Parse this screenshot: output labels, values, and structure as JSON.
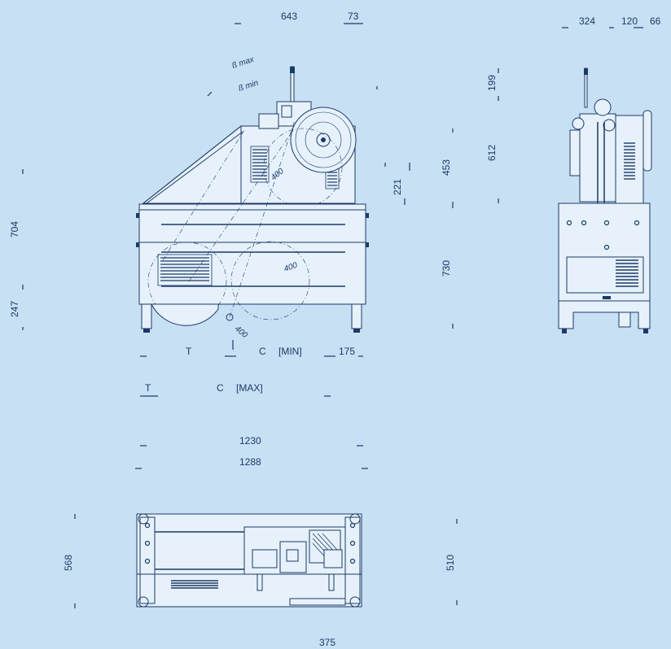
{
  "colors": {
    "background": "#c8e0f4",
    "ink": "#1c3a66",
    "panel": "#e6f1fb"
  },
  "front_view": {
    "dim_top_width": "643",
    "dim_top_offset": "73",
    "angle_max": "ß max",
    "angle_min": "ß min",
    "wheel_dia_upper": "400",
    "wheel_dia_lower": "400",
    "wheel_dia_small": "400",
    "dim_total_height": "704",
    "dim_lower_height": "247",
    "dim_221": "221",
    "dim_453": "453",
    "dim_730": "730",
    "label_T_min": "T",
    "label_C_min": "C",
    "label_min": "[MIN]",
    "dim_175": "175",
    "label_T_max": "T",
    "label_C_max": "C",
    "label_max": "[MAX]",
    "dim_1230": "1230",
    "dim_1288": "1288"
  },
  "side_view": {
    "dim_324": "324",
    "dim_120": "120",
    "dim_66": "66",
    "dim_199": "199",
    "dim_612": "612"
  },
  "top_view": {
    "dim_568": "568",
    "dim_510": "510",
    "dim_375": "375"
  }
}
